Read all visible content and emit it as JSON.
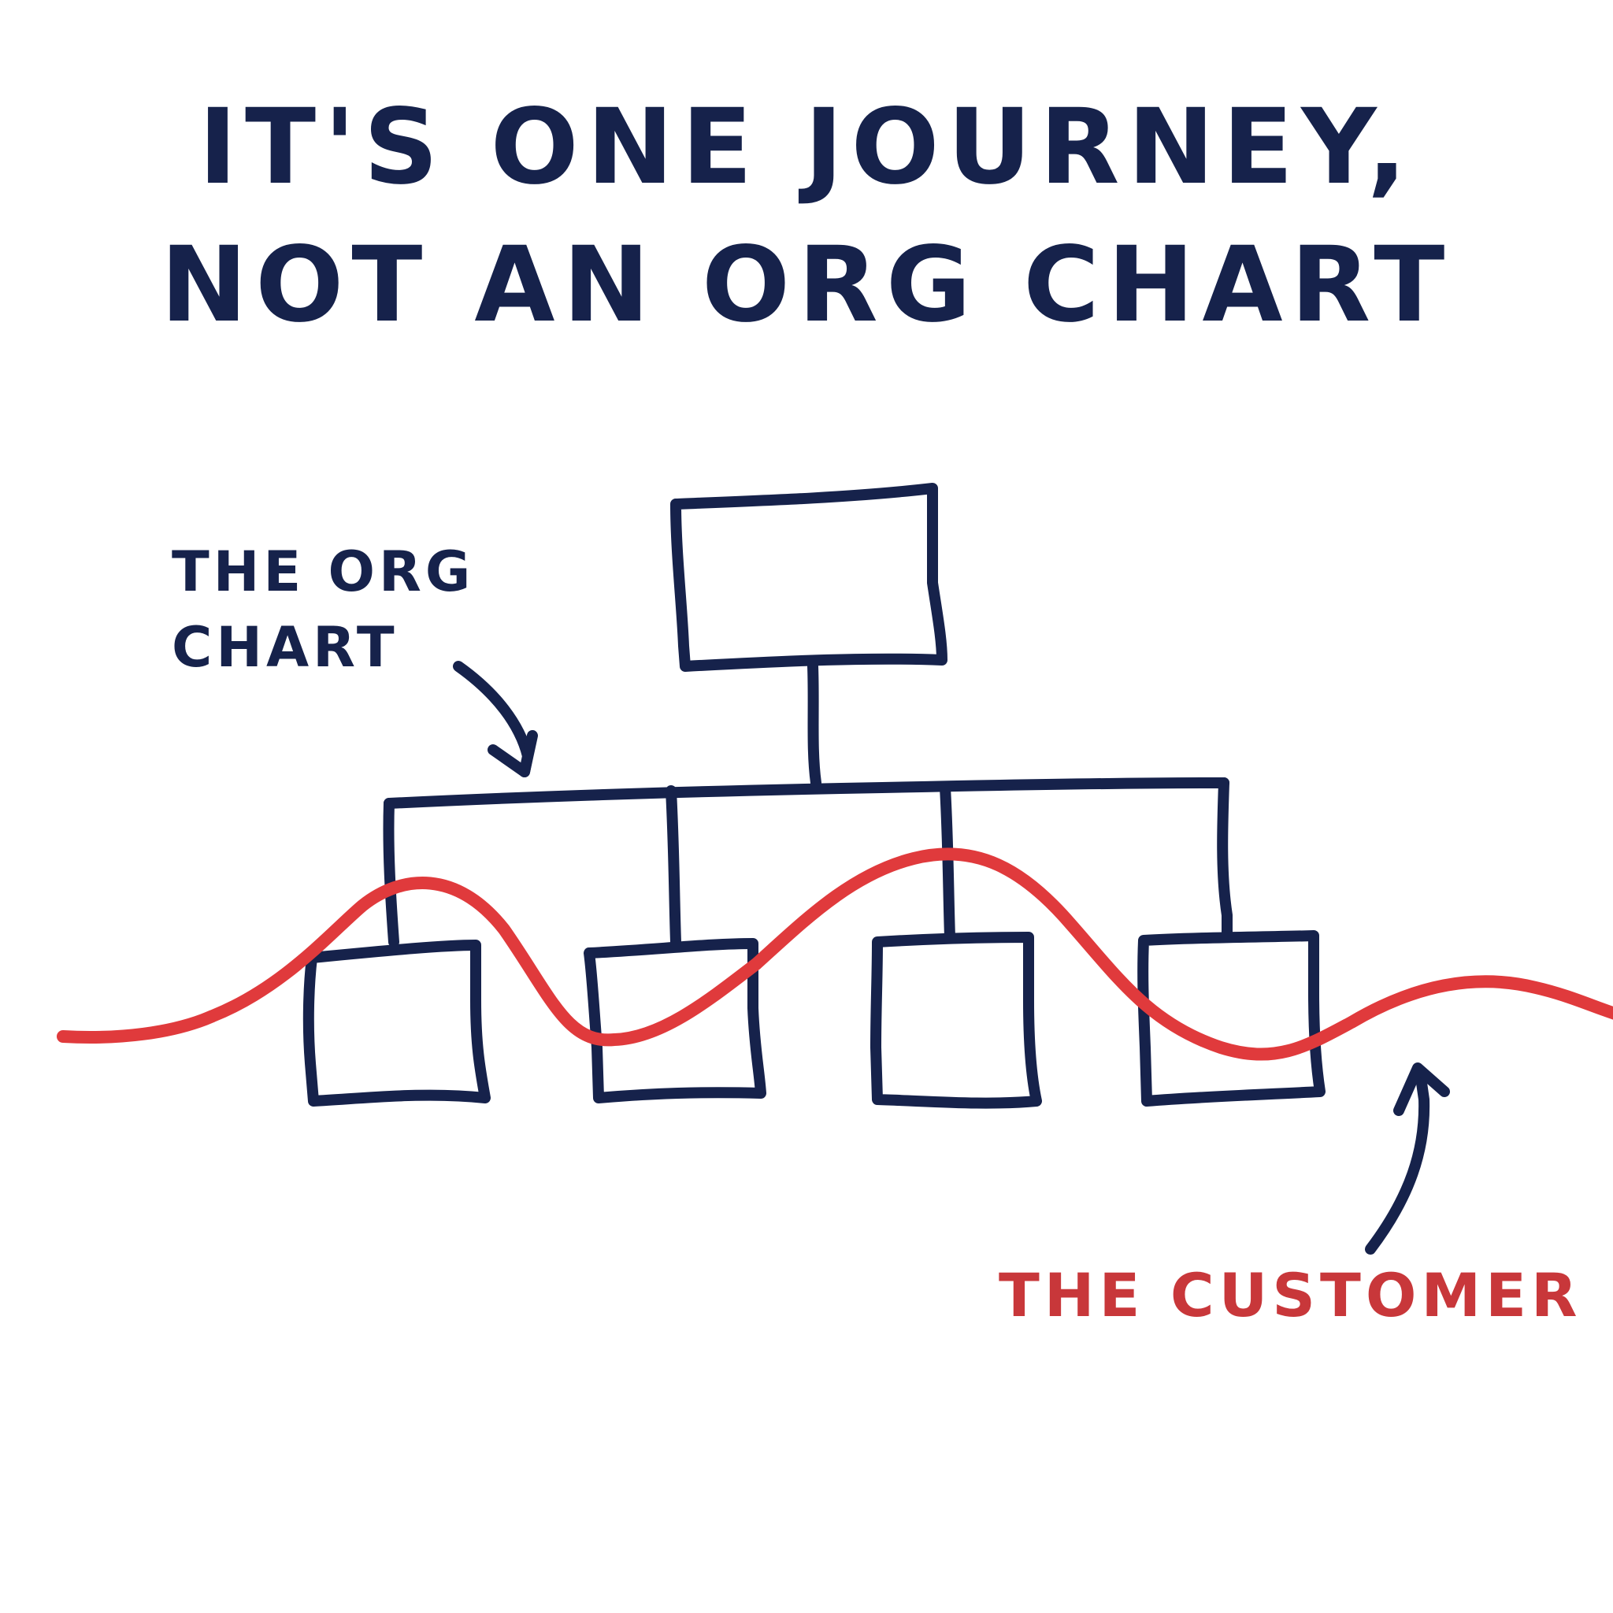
{
  "title": {
    "line1": "IT'S ONE JOURNEY,",
    "line2": "NOT AN ORG CHART"
  },
  "labels": {
    "org_chart_line1": "THE ORG",
    "org_chart_line2": "CHART",
    "customer": "THE CUSTOMER"
  },
  "colors": {
    "ink": "#16224b",
    "journey": "#e03a3c",
    "customer_label": "#c8373a",
    "background": "#ffffff"
  }
}
